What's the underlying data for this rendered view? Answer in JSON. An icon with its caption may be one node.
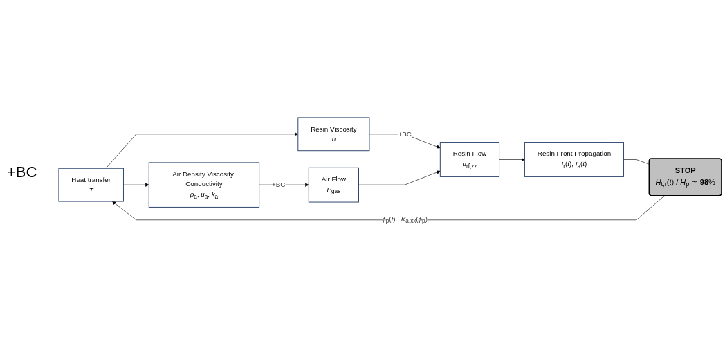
{
  "diagram": {
    "nodes": [
      {
        "text": [
          "Heat transfer",
          "*T*"
        ]
      },
      {
        "text": [
          "Air Density Viscosity Conductivity",
          "*ρ*$_{a}$, *μ*$_{a}$, *k*$_{a}$"
        ]
      },
      {
        "text": [
          "Resin Viscosity",
          "*n*"
        ]
      },
      {
        "text": [
          "Air Flow",
          "*P*$_{gas}$"
        ]
      },
      {
        "text": [
          "Resin Flow",
          "*u*$_{rf,zz}$"
        ]
      },
      {
        "text": [
          "Resin Front Propagation",
          "*I*$_{r}$(*t*), *I*$_{a}$(*t*)"
        ]
      },
      {
        "text": [
          "STOP",
          "*H*$_{t,r}$(*t*) / *H*$_{p}$ ≃ **98**%"
        ]
      }
    ],
    "edges": [
      {
        "from": 0,
        "to": 1,
        "arrow": "to"
      },
      {
        "from": 0,
        "to": 2,
        "arrow": "to"
      },
      {
        "from": 1,
        "to": 3,
        "arrow": "to",
        "label": "+BC"
      },
      {
        "from": 2,
        "to": 4,
        "arrow": "to",
        "label": "+BC"
      },
      {
        "from": 3,
        "to": 4,
        "arrow": "to"
      },
      {
        "from": 4,
        "to": 5,
        "arrow": "to"
      },
      {
        "from": 5,
        "to": 6,
        "arrow": "none"
      },
      {
        "from": 6,
        "to": 0,
        "arrow": "to",
        "label": "*ϕ*$_{p}$(*t*) , *K*$_{a,xx}$(*ϕ*$_{p}$)"
      }
    ],
    "labels": [
      "+BC"
    ]
  }
}
